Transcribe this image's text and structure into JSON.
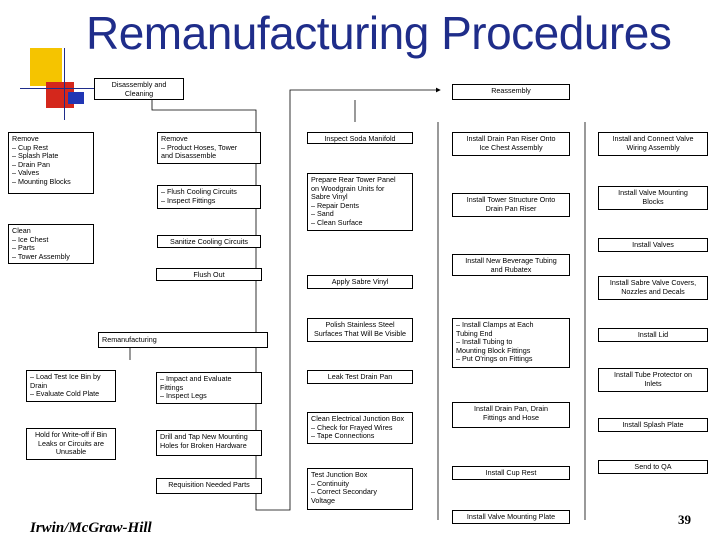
{
  "title": "Remanufacturing Procedures",
  "footer": {
    "publisher": "Irwin/McGraw-Hill",
    "page": "39"
  },
  "boxes": {
    "disassembly": "Disassembly and\nCleaning",
    "reassembly": "Reassembly",
    "remove1": "Remove\n– Cup Rest\n– Splash Plate\n– Drain Pan\n– Valves\n– Mounting Blocks",
    "remove2": "Remove\n– Product Hoses, Tower\nand Disassemble",
    "flush_cooling": "– Flush Cooling Circuits\n– Inspect Fittings",
    "clean": "Clean\n– Ice Chest\n– Parts\n– Tower Assembly",
    "sanitize": "Sanitize Cooling Circuits",
    "flush_out": "Flush Out",
    "remanufacturing": "Remanufacturing",
    "load_test": "– Load Test Ice Bin by\nDrain\n– Evaluate Cold Plate",
    "impact_eval": "– Impact and Evaluate\nFittings\n– Inspect Legs",
    "hold": "Hold for Write-off if Bin\nLeaks or Circuits are\nUnusable",
    "drill_tap": "Drill and Tap New Mounting\nHoles for Broken Hardware",
    "requisition": "Requisition Needed Parts",
    "inspect_soda": "Inspect Soda Manifold",
    "prepare_rear": "Prepare Rear Tower Panel\non Woodgrain Units for\nSabre Vinyl\n– Repair Dents\n– Sand\n– Clean Surface",
    "apply_sabre": "Apply Sabre Vinyl",
    "polish": "Polish Stainless Steel\nSurfaces That Will Be Visible",
    "leak_test": "Leak Test Drain Pan",
    "clean_electrical": "Clean Electrical Junction Box\n– Check for Frayed Wires\n– Tape Connections",
    "test_junction": "Test Junction Box\n– Continuity\n– Correct Secondary\nVoltage",
    "install_drain_riser": "Install Drain Pan Riser Onto\nIce Chest Assembly",
    "install_tower": "Install Tower Structure Onto\nDrain Pan Riser",
    "install_bev_tubing": "Install New Beverage Tubing\nand Rubatex",
    "install_clamps": "– Install Clamps at Each\nTubing End\n– Install Tubing to\nMounting Block Fittings\n– Put O'rings on Fittings",
    "install_drain_fittings": "Install Drain Pan, Drain\nFittings and Hose",
    "install_cup_rest": "Install Cup Rest",
    "install_valve_plate": "Install Valve Mounting Plate",
    "install_connect_valve": "Install and Connect Valve\nWiring Assembly",
    "install_valve_blocks": "Install Valve Mounting\nBlocks",
    "install_valves": "Install Valves",
    "install_valve_covers": "Install Sabre Valve Covers,\nNozzles and Decals",
    "install_lid": "Install Lid",
    "install_tube_protector": "Install Tube Protector on\nInlets",
    "install_splash": "Install Splash Plate",
    "send_qa": "Send to QA"
  }
}
